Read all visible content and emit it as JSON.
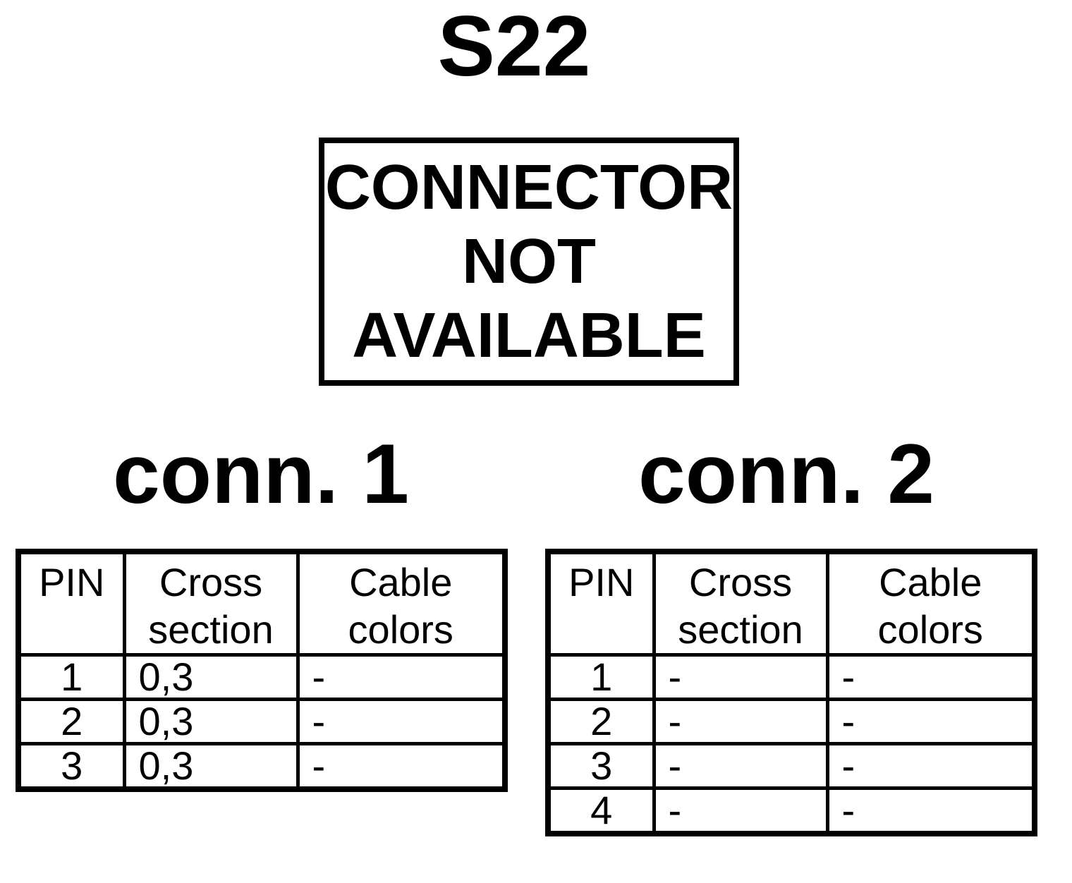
{
  "page": {
    "title": "S22",
    "background_color": "#ffffff",
    "text_color": "#000000"
  },
  "notice_box": {
    "lines": [
      "CONNECTOR",
      "NOT",
      "AVAILABLE"
    ]
  },
  "connectors": [
    {
      "heading": "conn. 1",
      "table": {
        "headers": [
          "PIN",
          "Cross section",
          "Cable colors"
        ],
        "rows": [
          [
            "1",
            "0,3",
            "-"
          ],
          [
            "2",
            "0,3",
            "-"
          ],
          [
            "3",
            "0,3",
            "-"
          ]
        ]
      }
    },
    {
      "heading": "conn. 2",
      "table": {
        "headers": [
          "PIN",
          "Cross section",
          "Cable colors"
        ],
        "rows": [
          [
            "1",
            "-",
            "-"
          ],
          [
            "2",
            "-",
            "-"
          ],
          [
            "3",
            "-",
            "-"
          ],
          [
            "4",
            "-",
            "-"
          ]
        ]
      }
    }
  ]
}
